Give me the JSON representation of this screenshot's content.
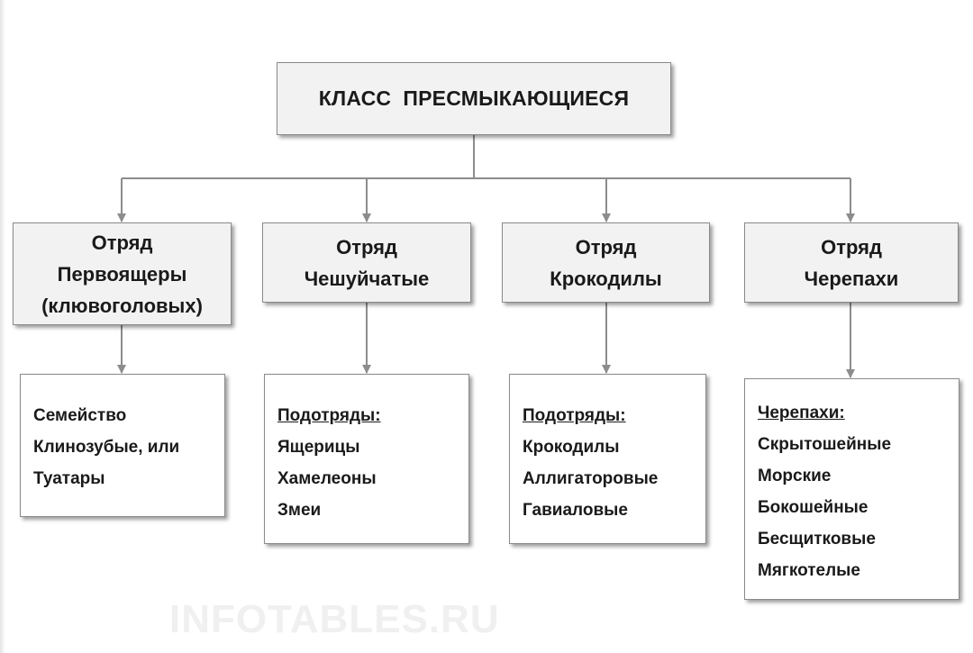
{
  "class_title": "КЛАСС  ПРЕСМЫКАЮЩИЕСЯ",
  "orders": [
    {
      "lines": [
        "Отряд",
        "Первоящеры",
        "(клювоголовых)"
      ],
      "detail": {
        "heading": "",
        "items": [
          "Семейство",
          "Клинозубые, или",
          "Туатары"
        ]
      }
    },
    {
      "lines": [
        "Отряд",
        "Чешуйчатые"
      ],
      "detail": {
        "heading": "Подотряды:",
        "items": [
          "Ящерицы",
          "Хамелеоны",
          "Змеи"
        ]
      }
    },
    {
      "lines": [
        "Отряд",
        "Крокодилы"
      ],
      "detail": {
        "heading": "Подотряды:",
        "items": [
          "Крокодилы",
          "Аллигаторовые",
          "Гавиаловые"
        ]
      }
    },
    {
      "lines": [
        "Отряд",
        "Черепахи"
      ],
      "detail": {
        "heading": "Черепахи:",
        "items": [
          "Скрытошейные",
          "Морские",
          "Бокошейные",
          "Бесщитковые",
          "Мягкотелые"
        ]
      }
    }
  ],
  "watermark": "INFOTABLES.RU",
  "colors": {
    "box_fill": "#f2f2f2",
    "border": "#8a8a8a",
    "connector": "#8c8c8c",
    "text": "#1a1a1a"
  }
}
